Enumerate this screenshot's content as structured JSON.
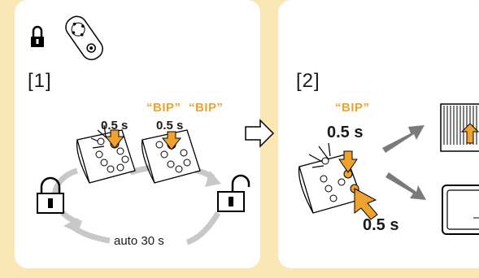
{
  "steps": {
    "step1": "[1]",
    "step2": "[2]"
  },
  "beeps": {
    "bip1": "“BIP”",
    "bip2": "“BIP”",
    "bip3": "“BIP”"
  },
  "timings": {
    "t1": "0.5 s",
    "t2": "0.5 s",
    "t3": "0.5 s",
    "t4": "0.5 s"
  },
  "auto_label": "auto 30 s",
  "icons": [
    "lock-closed-icon",
    "remote-control-icon",
    "padlock-closed-icon",
    "padlock-open-icon",
    "cycle-arrow-icon",
    "next-step-arrow-icon",
    "press-hand-icon",
    "garage-door-up-icon",
    "garage-door-closed-icon"
  ],
  "colors": {
    "background": "#fbe7b5",
    "accent": "#f0a22e",
    "arrow": "#c8c8c8",
    "dark_arrow": "#7a7a7a"
  }
}
